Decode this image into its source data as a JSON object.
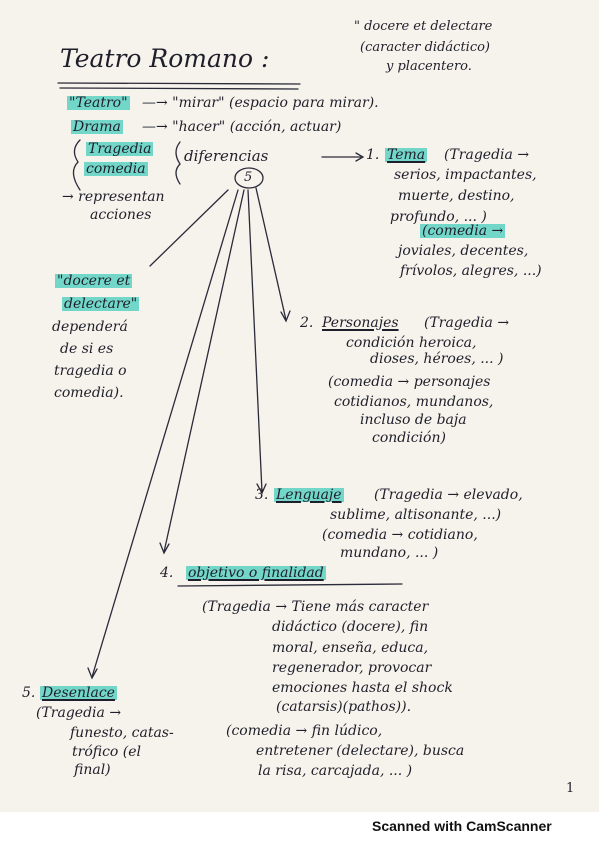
{
  "title": "Teatro Romano :",
  "intro": {
    "line1": "\" docere et delectare",
    "line2": "(caracter didáctico)",
    "line3": "y placentero."
  },
  "etymology": {
    "teatro_word": "\"Teatro\"",
    "teatro_meaning": "—→ \"mirar\" (espacio para mirar).",
    "drama_word": "Drama",
    "drama_meaning": "—→ \"hacer\" (acción, actuar)"
  },
  "genres": {
    "tragedia": "Tragedia",
    "comedia": "comedia",
    "represent_1": "→ representan",
    "represent_2": "acciones",
    "diferencias": "diferencias",
    "count": "5"
  },
  "side_note": {
    "line1": "\"docere et",
    "line2": "delectare\"",
    "line3": "dependerá",
    "line4": "de si es",
    "line5": "tragedia o",
    "line6": "comedia)."
  },
  "differences": [
    {
      "number": "1.",
      "name": "Tema",
      "lines": [
        "(Tragedia →",
        "serios, impactantes,",
        "muerte, destino,",
        "profundo, ... )",
        "(comedia →",
        "joviales, decentes,",
        "frívolos, alegres, ...)"
      ]
    },
    {
      "number": "2.",
      "name": "Personajes",
      "lines": [
        "(Tragedia →",
        "condición heroica,",
        "dioses, héroes, ... )",
        "(comedia → personajes",
        "cotidianos, mundanos,",
        "incluso de baja",
        "condición)"
      ]
    },
    {
      "number": "3.",
      "name": "Lenguaje",
      "lines": [
        "(Tragedia → elevado,",
        "sublime, altisonante, ...)",
        "(comedia → cotidiano,",
        "mundano, ... )"
      ]
    },
    {
      "number": "4.",
      "name": "objetivo o finalidad",
      "lines": [
        "(Tragedia → Tiene más caracter",
        "didáctico (docere), fin",
        "moral, enseña, educa,",
        "regenerador, provocar",
        "emociones hasta el shock",
        "(catarsis)(pathos))."
      ]
    },
    {
      "number": "5.",
      "name": "Desenlace",
      "lines": [
        "(Tragedia →",
        "funesto, catas-",
        "trófico (el",
        "final)",
        "(comedia → fin lúdico,",
        "entretener (delectare), busca",
        "la risa, carcajada, ... )"
      ]
    }
  ],
  "page_number": "1",
  "footer": "Scanned with CamScanner"
}
